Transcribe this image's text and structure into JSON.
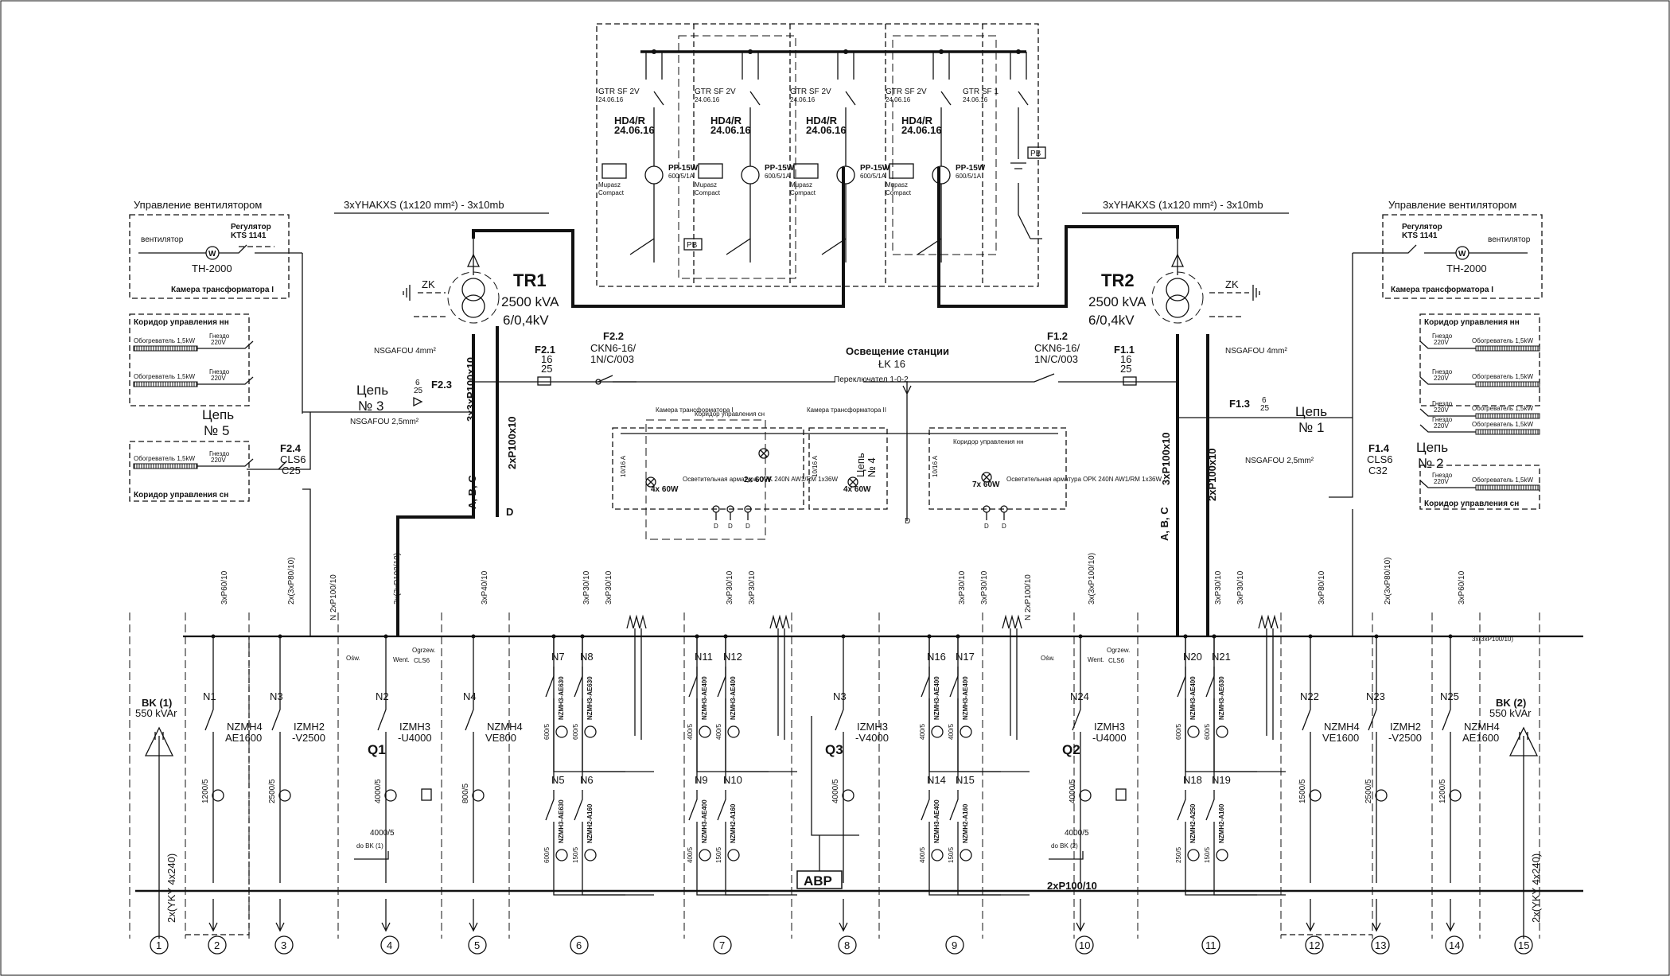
{
  "diagram": {
    "transformers": [
      {
        "name": "TR1",
        "rating": "2500 kVA",
        "ratio": "6/0,4kV"
      },
      {
        "name": "TR2",
        "rating": "2500 kVA",
        "ratio": "6/0,4kV"
      }
    ],
    "cables_hv": [
      "3xYHAKXS (1x120 mm²)  - 3x10mb",
      "3xYHAKXS (1x120 mm²)  - 3x10mb"
    ],
    "hv_cells": [
      {
        "breaker": "GTR SF 2V",
        "date": "24.06.16",
        "relay": "HD4/R",
        "relay_date": "24.06.16",
        "ct": "PP-15W",
        "ct_ratio": "600/5/1A",
        "prot": "Mupasz Compact"
      },
      {
        "breaker": "GTR SF 2V",
        "date": "24.06.16",
        "relay": "HD4/R",
        "relay_date": "24.06.16",
        "ct": "PP-15W",
        "ct_ratio": "600/5/1A",
        "prot": "Mupasz Compact"
      },
      {
        "breaker": "GTR SF 2V",
        "date": "24.06.16",
        "relay": "HD4/R",
        "relay_date": "24.06.16",
        "ct": "PP-15W",
        "ct_ratio": "600/5/1A",
        "prot": "Mupasz Compact"
      },
      {
        "breaker": "GTR SF 2V",
        "date": "24.06.16",
        "relay": "HD4/R",
        "relay_date": "24.06.16",
        "ct": "PP-15W",
        "ct_ratio": "600/5/1A",
        "prot": "Mupasz Compact"
      },
      {
        "breaker": "GTR SF 1",
        "date": "24.06.16",
        "relay": "",
        "relay_date": "",
        "ct": "",
        "ct_ratio": "",
        "prot": ""
      }
    ],
    "pb_label": "PB",
    "left_aux": {
      "fan_title": "Управление вентилятором",
      "fan_label": "вентилятор",
      "regulator": "Регулятор",
      "regulator_model": "KTS 1141",
      "fan_model": "TH-2000",
      "chamber": "Камера трансформатора I",
      "corridor_nn": "Коридор управления нн",
      "corridor_sn": "Коридор управления сн",
      "heater": "Обогреватель",
      "heater_power": "1,5kW",
      "socket": "Гнездо",
      "socket_v": "220V",
      "circuit3": "Цепь",
      "circuit3_no": "№ 3",
      "circuit5": "Цепь",
      "circuit5_no": "№ 5",
      "nsga1": "NSGAFOU 4mm²",
      "nsga2": "NSGAFOU 2,5mm²",
      "f23": "F2.3",
      "f23_a": "6",
      "f23_b": "25",
      "f24": "F2.4",
      "f24_a": "CLS6",
      "f24_b": "C25",
      "f21": "F2.1",
      "f21_a": "16",
      "f21_b": "25",
      "f22": "F2.2",
      "f22_a": "CKN6-16/",
      "f22_b": "1N/C/003",
      "zk": "ZK"
    },
    "right_aux": {
      "fan_title": "Управление вентилятором",
      "fan_label": "вентилятор",
      "regulator": "Регулятор",
      "regulator_model": "KTS 1141",
      "fan_model": "TH-2000",
      "chamber": "Камера трансформатора I",
      "corridor_nn": "Коридор управления нн",
      "corridor_sn": "Коридор управления сн",
      "circuit1": "Цепь",
      "circuit1_no": "№ 1",
      "circuit2": "Цепь",
      "circuit2_no": "№ 2",
      "nsga1": "NSGAFOU 4mm²",
      "nsga2": "NSGAFOU 2,5mm²",
      "f13": "F1.3",
      "f13_a": "6",
      "f13_b": "25",
      "f14": "F1.4",
      "f14_a": "CLS6",
      "f14_b": "C32",
      "f11": "F1.1",
      "f11_a": "16",
      "f11_b": "25",
      "f12": "F1.2",
      "f12_a": "CKN6-16/",
      "f12_b": "1N/C/003",
      "zk": "ZK"
    },
    "lighting": {
      "title": "Освещение станции",
      "lk": "ŁK 16",
      "switch": "Переключател 1-0-2",
      "circuit4": "Цепь",
      "circuit4_no": "№ 4",
      "cam1": "Камера трансформатора I",
      "cam2": "Камера трансформатора II",
      "corr_sn": "Коридор управления сн",
      "corr_nn": "Коридор управления нн",
      "lamp4x": "4x 60W",
      "lamp2x": "2x 60W",
      "lamp7x": "7x 60W",
      "fixture": "Осветительная арматура OPK 240N AW1/RM 1x36W",
      "fuse": "10/16 A"
    },
    "busbars": {
      "left_main": "3x3xP100x10",
      "left_n": "2xP100x10",
      "right_main": "3xP100x10",
      "right_n": "2xP100x10",
      "abc": "A, B, C",
      "d": "D",
      "bottom": "2xP100/10",
      "right_rail": "3x(3xP100/10)",
      "avr": "АВР"
    },
    "feeders": [
      {
        "no": "1",
        "bus": "",
        "label": "BK (1)",
        "sub": "550 kVAr",
        "cable": "2x(YKY 4x240)"
      },
      {
        "no": "2",
        "bus": "3xP60/10",
        "n": "N1",
        "breaker": "NZMH4",
        "type": "AE1600",
        "ct": "1200/5"
      },
      {
        "no": "3",
        "bus": "2x(3xP80/10)",
        "n": "N3",
        "breaker": "IZMH2",
        "type": "-V2500",
        "ct": "2500/5"
      },
      {
        "no": "4",
        "bus": "3x(3xP100/10)",
        "n": "N2",
        "q": "Q1",
        "breaker": "IZMH3",
        "type": "-U4000",
        "ct": "4000/5",
        "ct2": "4000/5",
        "extra": "N 2xP100/10",
        "osw": "Ośw.",
        "ogrz": "Ogrzew.",
        "went": "Went.",
        "cls": "CLS6",
        "tobk": "do BK (1)"
      },
      {
        "no": "5",
        "bus": "3xP40/10",
        "n": "N4",
        "breaker": "NZMH4",
        "type": "VE800",
        "ct": "800/5"
      },
      {
        "no": "6",
        "bus": "3xP30/10",
        "bus2": "3xP30/10",
        "n": [
          "N7",
          "N8",
          "N5",
          "N6"
        ],
        "types": [
          "NZMH3-AE630",
          "NZMH3-AE630",
          "NZMH3-AE630",
          "NZMH2-A160"
        ],
        "cts": [
          "600/5",
          "600/5",
          "600/5",
          "150/5"
        ]
      },
      {
        "no": "7",
        "bus": "3xP30/10",
        "bus2": "3xP30/10",
        "n": [
          "N11",
          "N12",
          "N9",
          "N10"
        ],
        "types": [
          "NZMH3-AE400",
          "NZMH3-AE400",
          "NZMH3-AE400",
          "NZMH2-A160"
        ],
        "cts": [
          "400/5",
          "400/5",
          "400/5",
          "150/5"
        ]
      },
      {
        "no": "8",
        "n": "N3",
        "q": "Q3",
        "breaker": "IZMH3",
        "type": "-V4000",
        "ct": "4000/5"
      },
      {
        "no": "9",
        "bus": "3xP30/10",
        "bus2": "3xP30/10",
        "n": [
          "N16",
          "N17",
          "N14",
          "N15"
        ],
        "types": [
          "NZMH3-AE400",
          "NZMH3-AE400",
          "NZMH3-AE400",
          "NZMH2-A160"
        ],
        "cts": [
          "400/5",
          "400/5",
          "400/5",
          "150/5"
        ]
      },
      {
        "no": "10",
        "bus": "3x(3xP100/10)",
        "n": "N24",
        "q": "Q2",
        "breaker": "IZMH3",
        "type": "-U4000",
        "ct": "4000/5",
        "ct2": "4000/5",
        "extra": "N 2xP100/10",
        "osw": "Ośw.",
        "ogrz": "Ogrzew.",
        "went": "Went.",
        "cls": "CLS6",
        "tobk": "do BK (2)"
      },
      {
        "no": "11",
        "bus": "3xP30/10",
        "bus2": "3xP30/10",
        "n": [
          "N20",
          "N21",
          "N18",
          "N19"
        ],
        "types": [
          "NZMH3-AE400",
          "NZMH3-AE630",
          "NZMH2-A250",
          "NZMH2-A160"
        ],
        "cts": [
          "600/5",
          "600/5",
          "250/5",
          "150/5"
        ]
      },
      {
        "no": "12",
        "bus": "3xP80/10",
        "n": "N22",
        "breaker": "NZMH4",
        "type": "VE1600",
        "ct": "1500/5"
      },
      {
        "no": "13",
        "bus": "2x(3xP80/10)",
        "n": "N23",
        "breaker": "IZMH2",
        "type": "-V2500",
        "ct": "2500/5"
      },
      {
        "no": "14",
        "bus": "3xP60/10",
        "n": "N25",
        "breaker": "NZMH4",
        "type": "AE1600",
        "ct": "1200/5"
      },
      {
        "no": "15",
        "bus": "",
        "label": "BK (2)",
        "sub": "550 kVAr",
        "cable": "2x(YKY 4x240)"
      }
    ]
  }
}
